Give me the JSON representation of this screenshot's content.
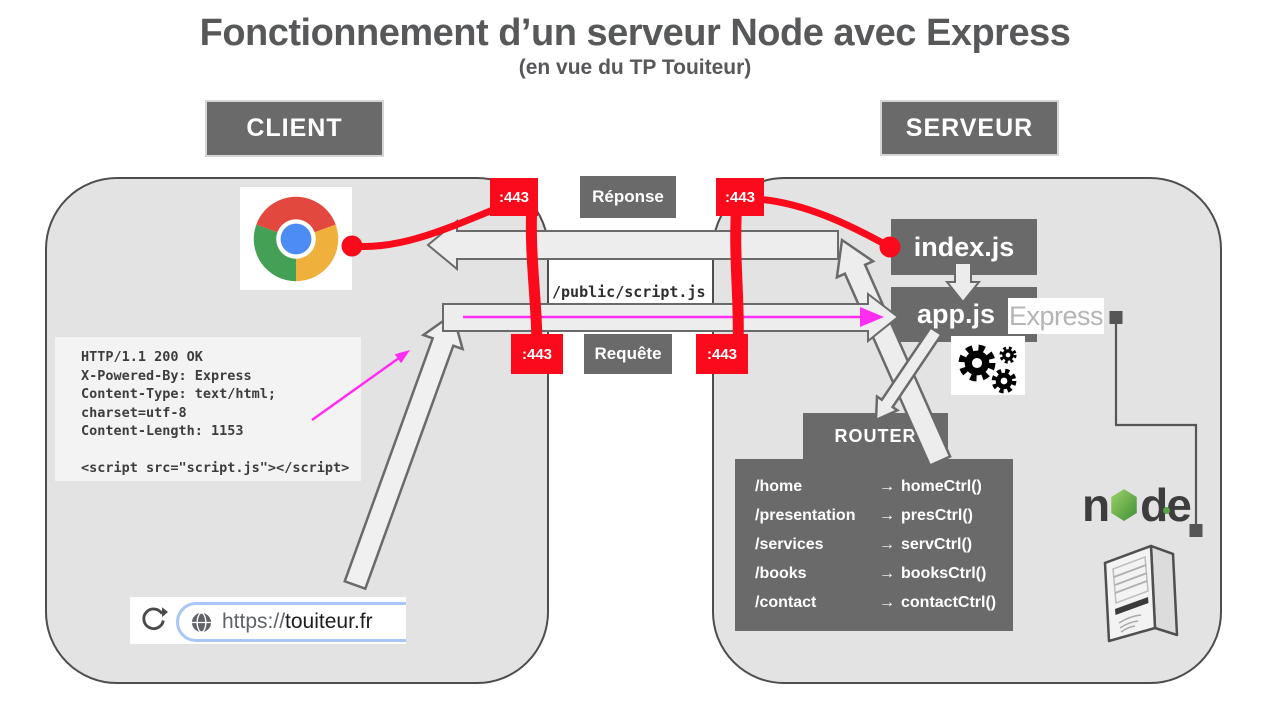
{
  "title": "Fonctionnement d’un serveur Node avec Express",
  "subtitle": "(en vue du TP Touiteur)",
  "client": {
    "header": "CLIENT",
    "http_block": "HTTP/1.1 200 OK\nX-Powered-By: Express\nContent-Type: text/html;\ncharset=utf-8\nContent-Length: 1153\n\n<script src=\"script.js\"></script>",
    "url_protocol": "https://",
    "url_domain": "touiteur.fr"
  },
  "flow": {
    "port": ":443",
    "response": "Réponse",
    "request": "Requête",
    "script_path": "/public/script.js",
    "route_arrow": "→"
  },
  "server": {
    "header": "SERVEUR",
    "index_file": "index.js",
    "app_file": "app.js",
    "express": "Express",
    "router_title": "ROUTER",
    "routes": [
      {
        "path": "/home",
        "ctrl": "homeCtrl()"
      },
      {
        "path": "/presentation",
        "ctrl": "presCtrl()"
      },
      {
        "path": "/services",
        "ctrl": "servCtrl()"
      },
      {
        "path": "/books",
        "ctrl": "booksCtrl()"
      },
      {
        "path": "/contact",
        "ctrl": "contactCtrl()"
      }
    ],
    "node_logo": {
      "n": "n",
      "d": "d",
      "e": "e"
    }
  },
  "colors": {
    "red": "#fa0a1a",
    "magenta": "#ff2df2",
    "box_gray": "#6a6a6a",
    "node_green": "#58a345"
  }
}
